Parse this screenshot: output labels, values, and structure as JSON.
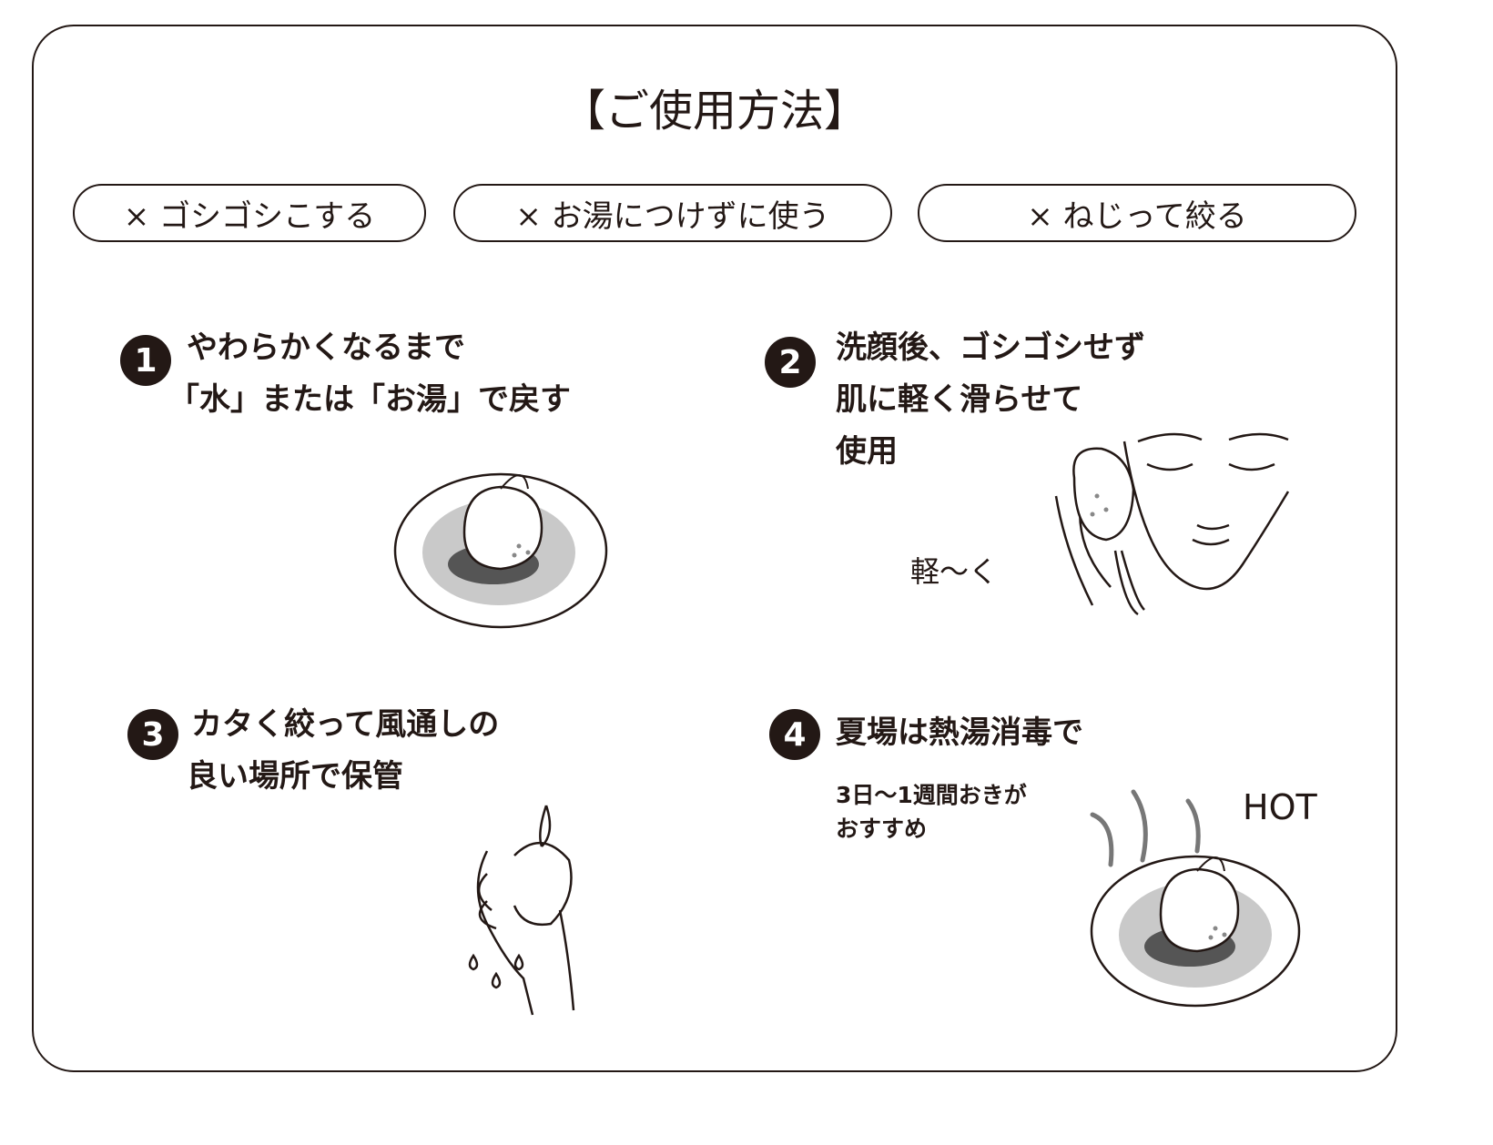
{
  "title": "【ご使用方法】",
  "donts": [
    "× ゴシゴシこする",
    "× お湯につけずに使う",
    "× ねじって絞る"
  ],
  "steps": [
    {
      "number": "1",
      "lines": [
        "やわらかくなるまで",
        "「水」または「お湯」で戻す"
      ]
    },
    {
      "number": "2",
      "lines": [
        "洗顔後、ゴシゴシせず",
        "肌に軽く滑らせて",
        "使用"
      ],
      "note": "軽〜く"
    },
    {
      "number": "3",
      "lines": [
        "カタく絞って風通しの",
        "良い場所で保管"
      ]
    },
    {
      "number": "4",
      "lines": [
        "夏場は熱湯消毒で"
      ],
      "sub": [
        "3日〜1週間おきが",
        "おすすめ"
      ],
      "label": "HOT"
    }
  ]
}
